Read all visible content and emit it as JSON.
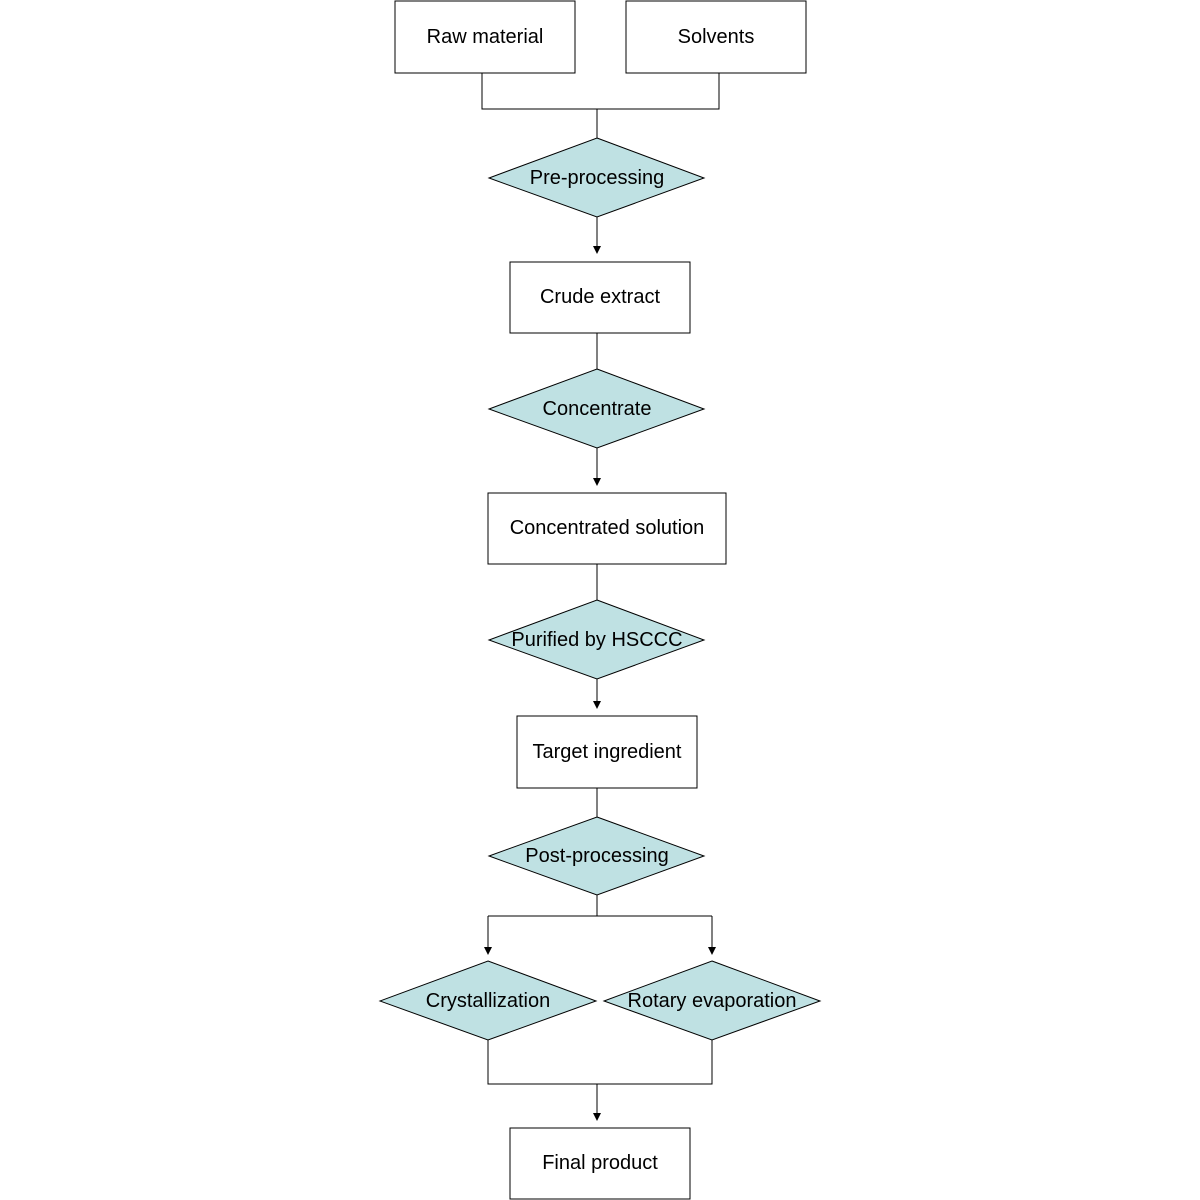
{
  "nodes": {
    "raw_material": "Raw material",
    "solvents": "Solvents",
    "pre_processing": "Pre-processing",
    "crude_extract": "Crude extract",
    "concentrate": "Concentrate",
    "concentrated_solution": "Concentrated solution",
    "purified_by_hsccc": "Purified by HSCCC",
    "target_ingredient": "Target ingredient",
    "post_processing": "Post-processing",
    "crystallization": "Crystallization",
    "rotary_evaporation": "Rotary evaporation",
    "final_product": "Final product"
  },
  "colors": {
    "process_fill": "#bfe1e3",
    "box_fill": "#ffffff",
    "stroke": "#000000"
  }
}
